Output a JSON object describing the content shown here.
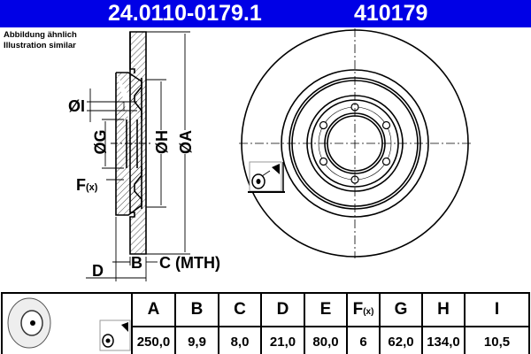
{
  "header": {
    "part_number": "24.0110-0179.1",
    "ref_number": "410179",
    "background": "#0000e6"
  },
  "note": {
    "de": "Abbildung ähnlich",
    "en": "Illustration similar"
  },
  "drawing_labels": {
    "I": "ØI",
    "G": "ØG",
    "H": "ØH",
    "A": "ØA",
    "F": "F",
    "F_sub": "(x)",
    "D": "D",
    "B": "B",
    "C": "C (MTH)"
  },
  "table": {
    "columns": [
      {
        "key": "A",
        "value": "250,0"
      },
      {
        "key": "B",
        "value": "9,9"
      },
      {
        "key": "C",
        "value": "8,0"
      },
      {
        "key": "D",
        "value": "21,0"
      },
      {
        "key": "E",
        "value": "80,0"
      },
      {
        "key": "F",
        "sub": "(x)",
        "value": "6"
      },
      {
        "key": "G",
        "value": "62,0"
      },
      {
        "key": "H",
        "value": "134,0"
      },
      {
        "key": "I",
        "value": "10,5"
      }
    ]
  },
  "icons": [
    "brake-disc-icon",
    "paint-spray-icon"
  ]
}
